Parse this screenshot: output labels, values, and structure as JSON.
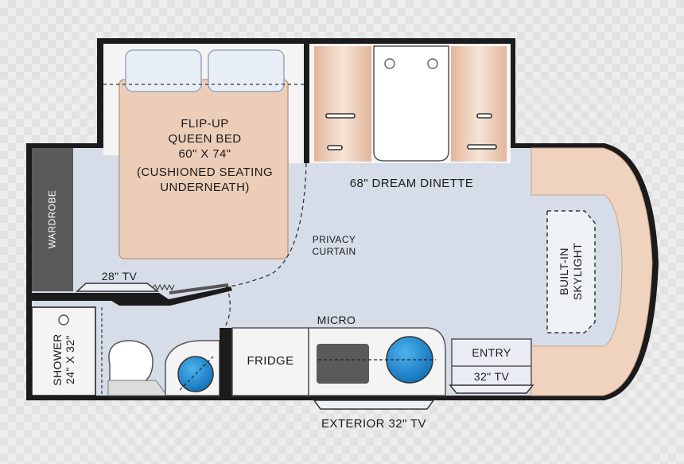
{
  "labels": {
    "bed_line1": "FLIP-UP",
    "bed_line2": "QUEEN BED",
    "bed_line3": "60\" X 74\"",
    "bed_line4": "(CUSHIONED SEATING",
    "bed_line5": "UNDERNEATH)",
    "dinette": "68\" DREAM DINETTE",
    "wardrobe": "WARDROBE",
    "privacy_line1": "PRIVACY",
    "privacy_line2": "CURTAIN",
    "tv_28": "28\" TV",
    "shower_line1": "SHOWER",
    "shower_line2": "24\" X 32\"",
    "fridge": "FRIDGE",
    "micro": "MICRO",
    "entry": "ENTRY",
    "tv_32": "32\" TV",
    "exterior_tv": "EXTERIOR 32\" TV",
    "skylight_line1": "BUILT-IN",
    "skylight_line2": "SKYLIGHT"
  },
  "colors": {
    "floor": "#d6dde8",
    "wall": "#1b1b1b",
    "bed": "#ebcdb8",
    "cushion": "#f2dac9",
    "sink_blue": "#1f8fd6",
    "counter": "#f4f4f4"
  }
}
